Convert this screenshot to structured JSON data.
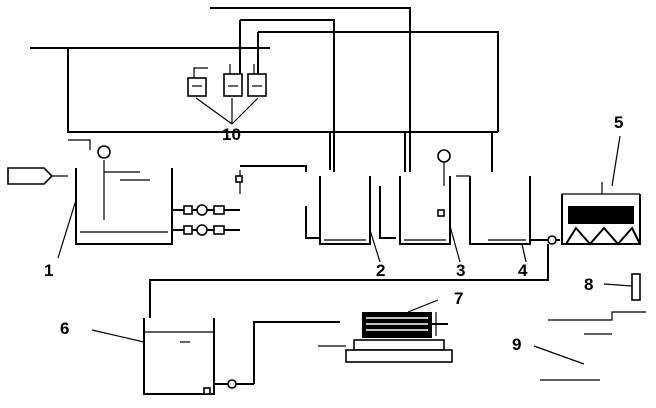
{
  "diagram": {
    "labels": {
      "l1": "1",
      "l2": "2",
      "l3": "3",
      "l4": "4",
      "l5": "5",
      "l6": "6",
      "l7": "7",
      "l8": "8",
      "l9": "9",
      "l10": "10"
    }
  }
}
